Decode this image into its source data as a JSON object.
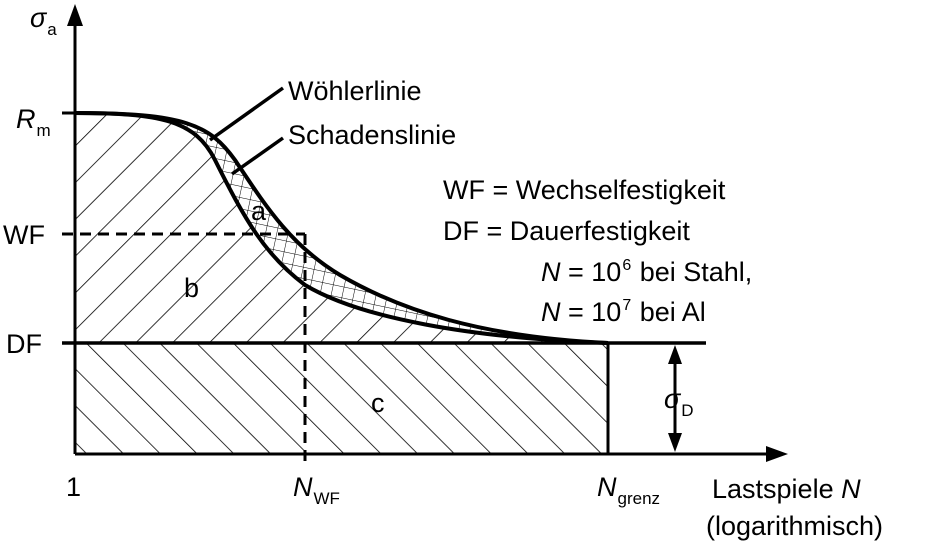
{
  "y_axis": {
    "symbol": "σ",
    "subscript": "a"
  },
  "x_axis": {
    "label_prefix": "Lastspiele ",
    "label_var": "N",
    "label_line2": "(logarithmisch)",
    "tick_origin": "1",
    "tick_nwf_symbol": "N",
    "tick_nwf_sub": "WF",
    "tick_ngrenz_symbol": "N",
    "tick_ngrenz_sub": "grenz"
  },
  "y_ticks": {
    "rm_symbol": "R",
    "rm_sub": "m",
    "wf": "WF",
    "df": "DF"
  },
  "curves": {
    "woehler": "Wöhlerlinie",
    "schaden": "Schadenslinie"
  },
  "regions": {
    "a": "a",
    "b": "b",
    "c": "c"
  },
  "sigma_d": {
    "symbol": "σ",
    "subscript": "D"
  },
  "legend": {
    "wf_line": "WF = Wechselfestigkeit",
    "df_line": "DF  = Dauerfestigkeit",
    "steel_prefix": "N",
    "steel_mid": " = 10",
    "steel_exp": "6",
    "steel_suffix": " bei Stahl,",
    "al_prefix": "N",
    "al_mid": " = 10",
    "al_exp": "7",
    "al_suffix": " bei Al"
  },
  "colors": {
    "ink": "#000000",
    "background": "#ffffff"
  }
}
